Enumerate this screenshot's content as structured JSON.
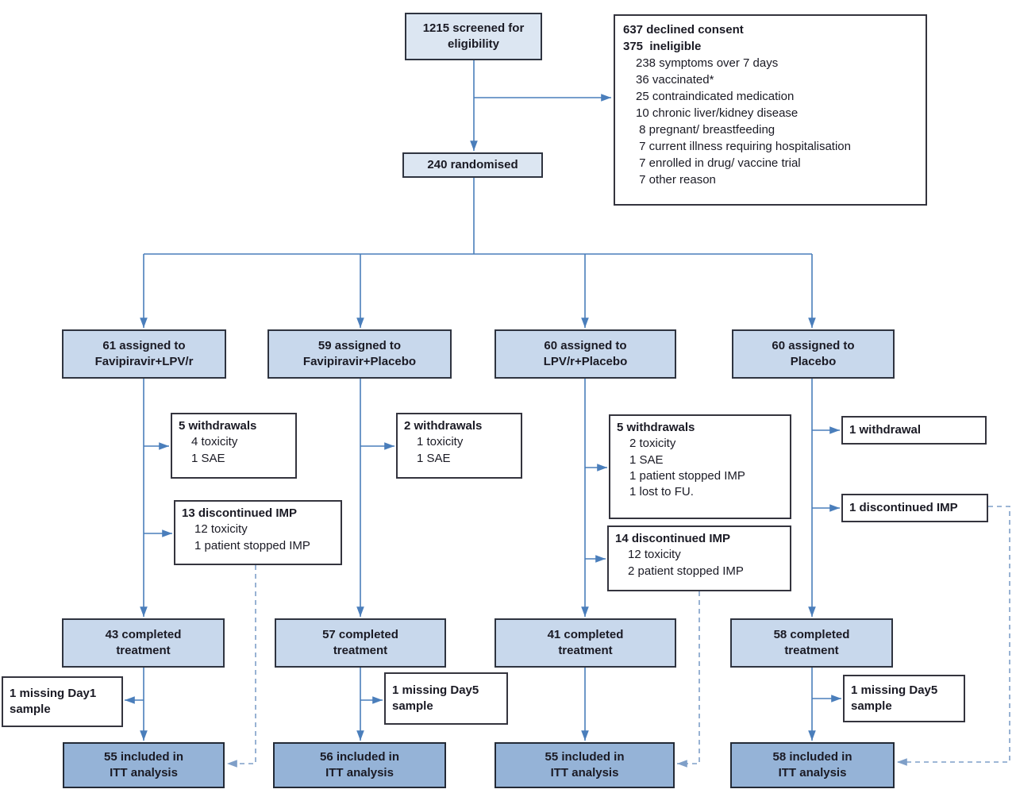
{
  "colors": {
    "connector_blue": "#4a7ebb",
    "dashed_blue": "#7f9fc8",
    "box_fill_pale": "#dce6f2",
    "box_fill_light": "#c8d8ec",
    "box_fill_medium": "#95b3d7",
    "box_border": "#2f3440",
    "text": "#1a1a24"
  },
  "screened": {
    "line1": "1215 screened for",
    "line2": "eligibility"
  },
  "excluded": {
    "bold_lines": [
      "637 declined consent",
      "375  ineligible"
    ],
    "items": [
      "238 symptoms over 7 days",
      "36 vaccinated*",
      "25 contraindicated medication",
      "10 chronic liver/kidney disease",
      " 8 pregnant/ breastfeeding",
      " 7 current illness requiring hospitalisation",
      " 7 enrolled in drug/ vaccine trial",
      " 7 other reason"
    ]
  },
  "randomised": {
    "label": "240 randomised"
  },
  "arms": [
    {
      "line1": "61 assigned to",
      "line2": "Favipiravir+LPV/r"
    },
    {
      "line1": "59 assigned to",
      "line2": "Favipiravir+Placebo"
    },
    {
      "line1": "60 assigned to",
      "line2": "LPV/r+Placebo"
    },
    {
      "line1": "60 assigned to",
      "line2": "Placebo"
    }
  ],
  "withdrawals": {
    "arm1": {
      "header": "5 withdrawals",
      "details": [
        "4 toxicity",
        "1 SAE"
      ]
    },
    "arm2": {
      "header": "2 withdrawals",
      "details": [
        "1 toxicity",
        "1 SAE"
      ]
    },
    "arm3": {
      "header": "5 withdrawals",
      "details": [
        "2 toxicity",
        "1 SAE",
        "1 patient stopped IMP",
        "1 lost to FU."
      ]
    },
    "arm4": {
      "header": "1 withdrawal"
    }
  },
  "discontinued": {
    "arm1": {
      "header": "13 discontinued IMP",
      "details": [
        "12 toxicity",
        "1 patient stopped IMP"
      ]
    },
    "arm3": {
      "header": "14 discontinued IMP",
      "details": [
        "12 toxicity",
        "2 patient stopped IMP"
      ]
    },
    "arm4": {
      "header": "1 discontinued IMP"
    }
  },
  "completed": [
    {
      "line1": "43 completed",
      "line2": "treatment"
    },
    {
      "line1": "57 completed",
      "line2": "treatment"
    },
    {
      "line1": "41 completed",
      "line2": "treatment"
    },
    {
      "line1": "58 completed",
      "line2": "treatment"
    }
  ],
  "missing": {
    "arm1": {
      "line1": "1 missing Day1",
      "line2": "sample"
    },
    "arm2": {
      "line1": "1 missing Day5",
      "line2": "sample"
    },
    "arm4": {
      "line1": "1 missing Day5",
      "line2": "sample"
    }
  },
  "itt": [
    {
      "line1": "55 included in",
      "line2": "ITT analysis"
    },
    {
      "line1": "56 included in",
      "line2": "ITT analysis"
    },
    {
      "line1": "55 included in",
      "line2": "ITT analysis"
    },
    {
      "line1": "58 included in",
      "line2": "ITT analysis"
    }
  ]
}
